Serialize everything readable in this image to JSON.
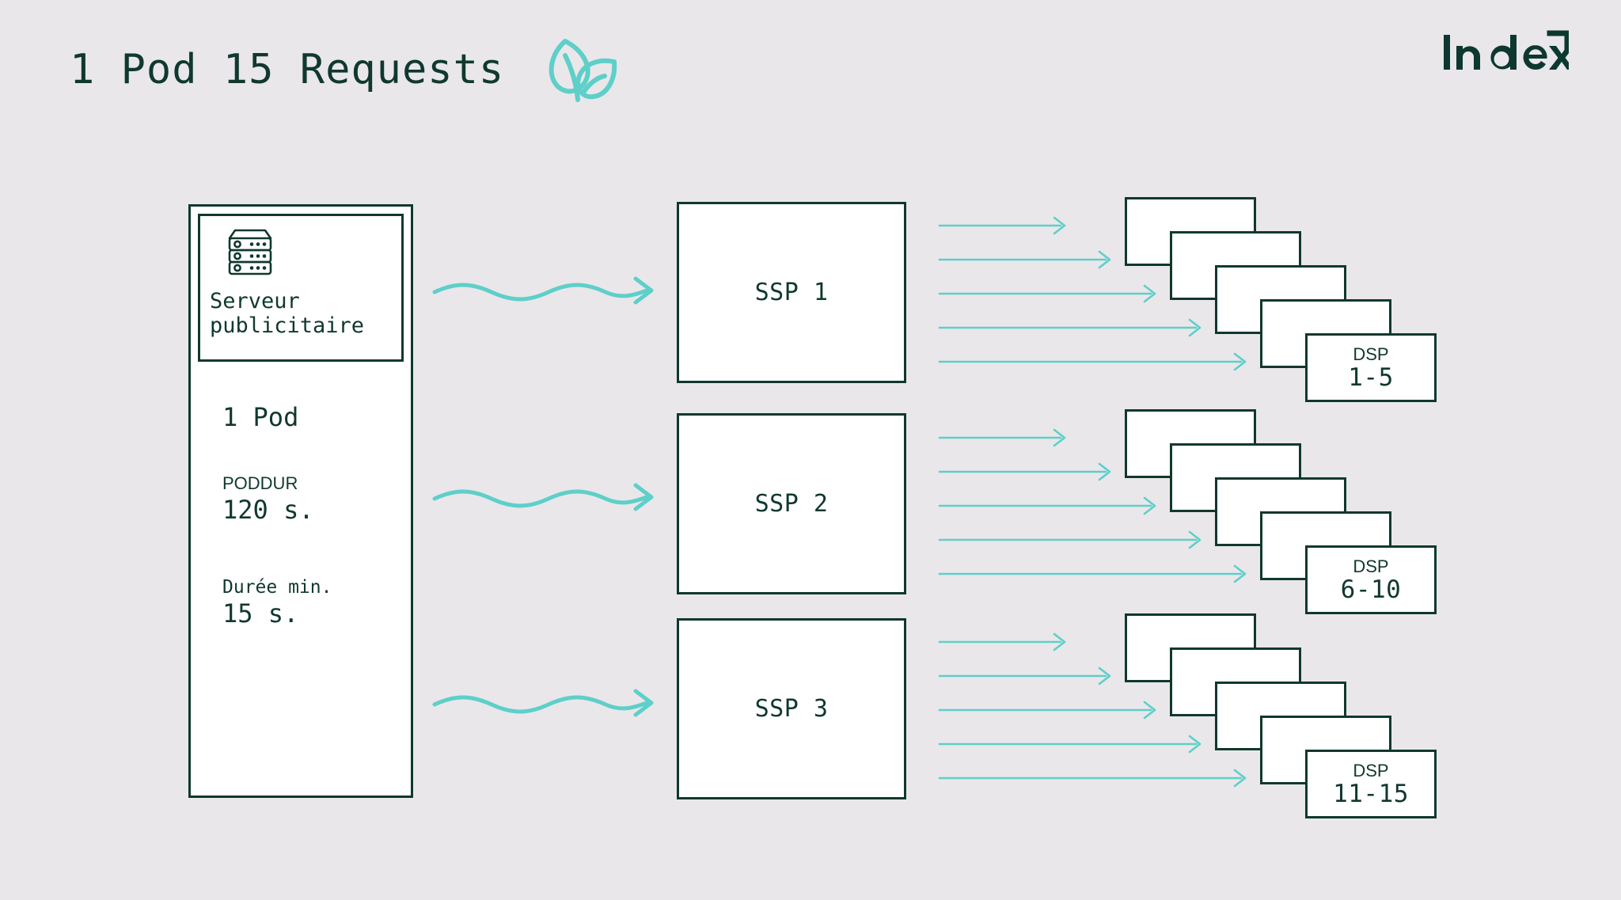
{
  "header": {
    "title": "1 Pod 15 Requests",
    "leaf_icon": "leaf-icon",
    "brand": "Index",
    "brand_mark": "arrow-corner-icon"
  },
  "colors": {
    "background": "#e9e7ea",
    "ink": "#10382f",
    "accent_teal": "#5ecfc9",
    "accent_teal_light": "#6fd6cf",
    "card_fill": "#ffffff"
  },
  "pod_panel": {
    "server_icon": "server-rack-icon",
    "server_label": "Serveur\npublicitaire",
    "stats": [
      {
        "label": null,
        "label_style": "none",
        "value": "1 Pod"
      },
      {
        "label": "PODDUR",
        "label_style": "sans",
        "value": "120 s."
      },
      {
        "label": "Durée min.",
        "label_style": "mono",
        "value": "15 s."
      }
    ]
  },
  "ssp_boxes": [
    {
      "label": "SSP 1"
    },
    {
      "label": "SSP 2"
    },
    {
      "label": "SSP 3"
    }
  ],
  "connectors": {
    "wavy_arrow_icon": "wavy-arrow-icon",
    "straight_arrow_icon": "arrow-right-icon",
    "requests_per_ssp": 5
  },
  "dsp_groups": [
    {
      "word": "DSP",
      "range": "1-5",
      "card_count": 5
    },
    {
      "word": "DSP",
      "range": "6-10",
      "card_count": 5
    },
    {
      "word": "DSP",
      "range": "11-15",
      "card_count": 5
    }
  ]
}
